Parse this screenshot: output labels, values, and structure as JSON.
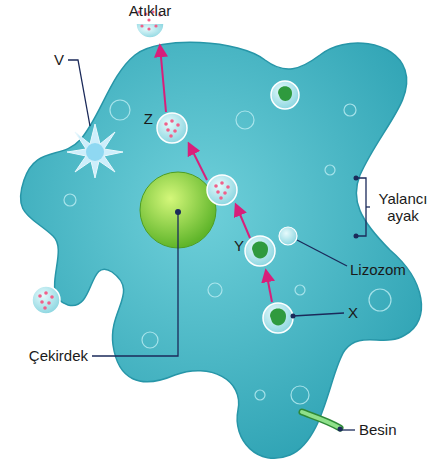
{
  "diagram": {
    "labels": [
      "Atıklar",
      "V",
      "Z",
      "Y",
      "Lizozom",
      "X",
      "Yalancı ayak",
      "Çekirdek",
      "Besin"
    ]
  }
}
